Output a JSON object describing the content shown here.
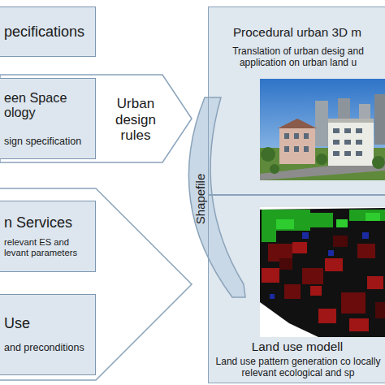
{
  "diagram": {
    "nodes": [
      {
        "text": [
          "pecifications"
        ]
      },
      {
        "text": [
          "Urban design rules"
        ]
      },
      {
        "text": [
          "een Space ology",
          "sign specification"
        ],
        "in": 1
      },
      {
        "text": [
          "n Services",
          "relevant ES and levant parameters"
        ]
      },
      {
        "text": [
          "Use",
          "and preconditions"
        ]
      },
      {
        "text": [
          "Procedural urban 3D m",
          "Translation of urban desig and application on urban land u"
        ]
      },
      {
        "text": [
          "Land use modell",
          "Land use pattern generation co locally relevant ecological and sp"
        ]
      },
      {
        "text": [
          "Shapefile"
        ]
      }
    ]
  }
}
